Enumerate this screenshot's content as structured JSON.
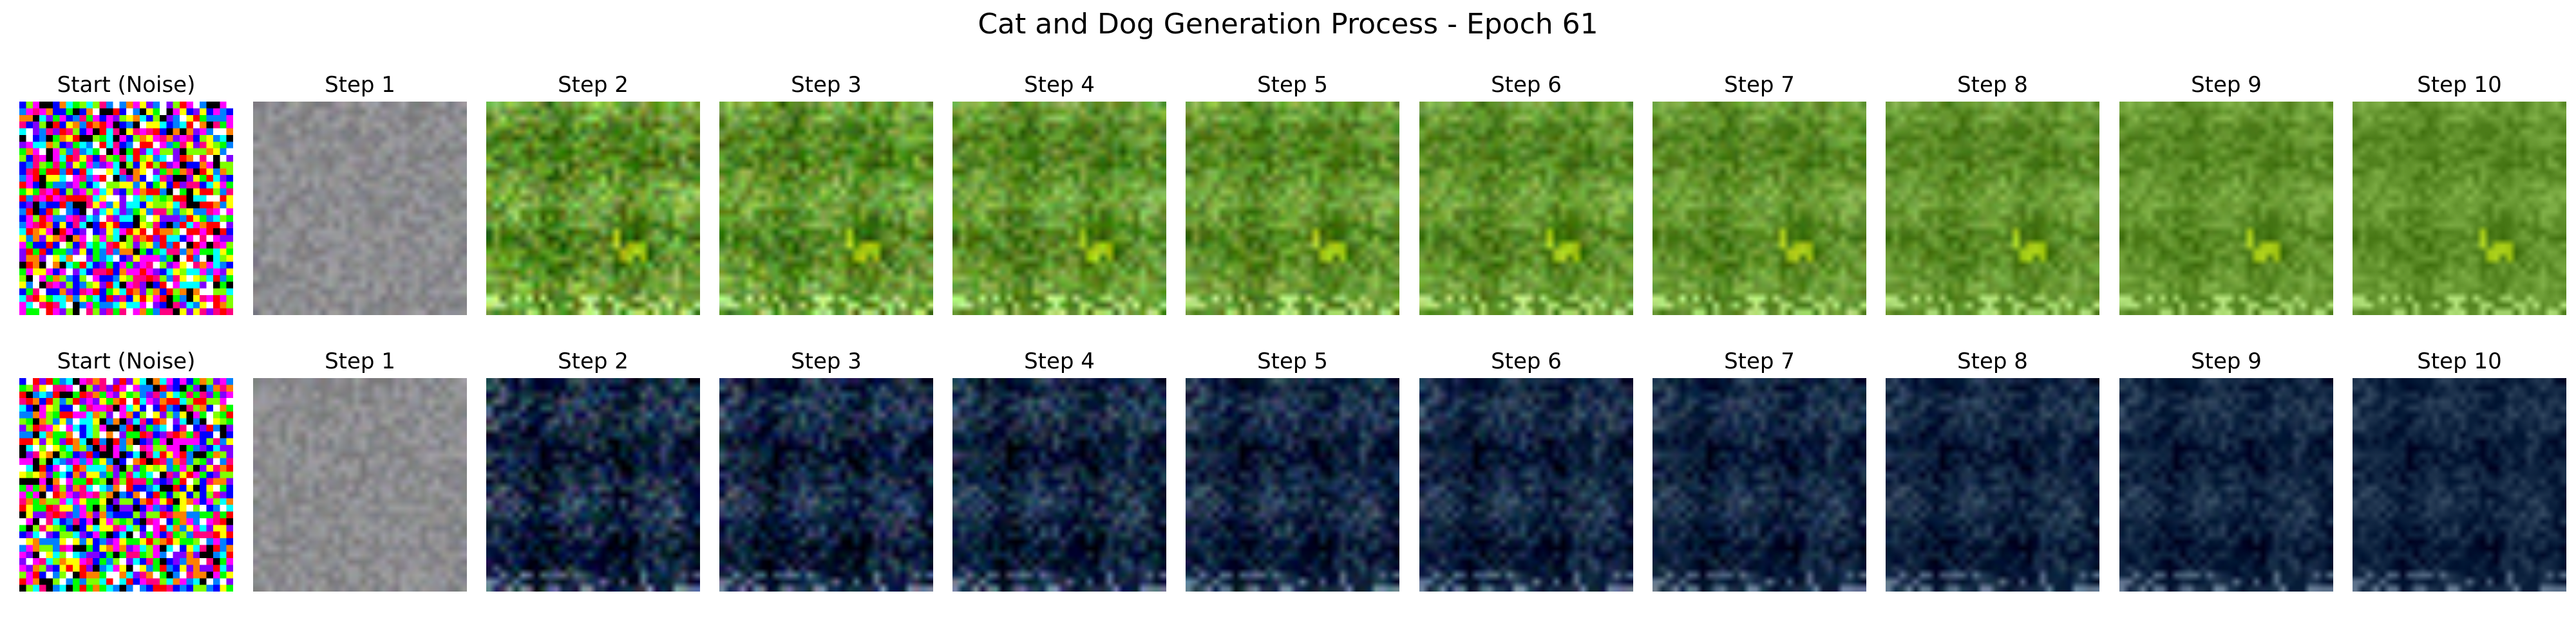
{
  "figure": {
    "title": "Cat and Dog Generation Process - Epoch 61"
  },
  "rows": [
    {
      "theme": "grass-green",
      "final_color": "#5f8f2a",
      "panels": [
        {
          "label": "Start (Noise)",
          "kind": "noise",
          "denoise_level": 0.0
        },
        {
          "label": "Step 1",
          "kind": "gray",
          "denoise_level": 0.1
        },
        {
          "label": "Step 2",
          "kind": "image",
          "denoise_level": 0.2
        },
        {
          "label": "Step 3",
          "kind": "image",
          "denoise_level": 0.3
        },
        {
          "label": "Step 4",
          "kind": "image",
          "denoise_level": 0.4
        },
        {
          "label": "Step 5",
          "kind": "image",
          "denoise_level": 0.5
        },
        {
          "label": "Step 6",
          "kind": "image",
          "denoise_level": 0.6
        },
        {
          "label": "Step 7",
          "kind": "image",
          "denoise_level": 0.7
        },
        {
          "label": "Step 8",
          "kind": "image",
          "denoise_level": 0.8
        },
        {
          "label": "Step 9",
          "kind": "image",
          "denoise_level": 0.9
        },
        {
          "label": "Step 10",
          "kind": "image",
          "denoise_level": 1.0
        }
      ]
    },
    {
      "theme": "dark-blue",
      "final_color": "#0f2440",
      "panels": [
        {
          "label": "Start (Noise)",
          "kind": "noise",
          "denoise_level": 0.0
        },
        {
          "label": "Step 1",
          "kind": "gray",
          "denoise_level": 0.1
        },
        {
          "label": "Step 2",
          "kind": "image",
          "denoise_level": 0.2
        },
        {
          "label": "Step 3",
          "kind": "image",
          "denoise_level": 0.3
        },
        {
          "label": "Step 4",
          "kind": "image",
          "denoise_level": 0.4
        },
        {
          "label": "Step 5",
          "kind": "image",
          "denoise_level": 0.5
        },
        {
          "label": "Step 6",
          "kind": "image",
          "denoise_level": 0.6
        },
        {
          "label": "Step 7",
          "kind": "image",
          "denoise_level": 0.7
        },
        {
          "label": "Step 8",
          "kind": "image",
          "denoise_level": 0.8
        },
        {
          "label": "Step 9",
          "kind": "image",
          "denoise_level": 0.9
        },
        {
          "label": "Step 10",
          "kind": "image",
          "denoise_level": 1.0
        }
      ]
    }
  ]
}
